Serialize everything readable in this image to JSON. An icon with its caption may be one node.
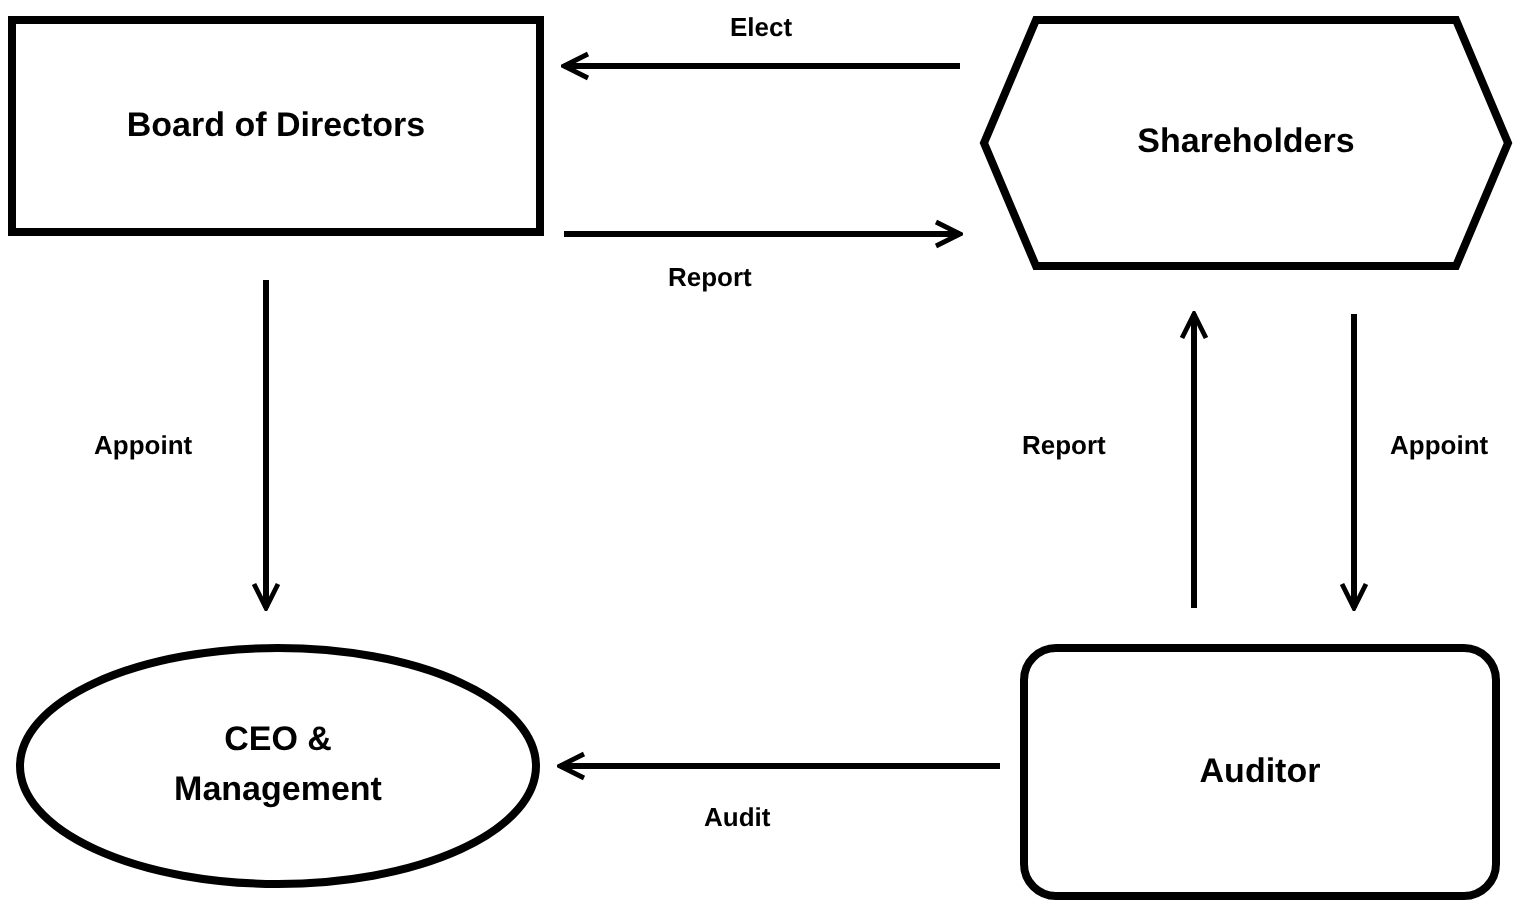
{
  "diagram": {
    "nodes": [
      {
        "text": [
          "Board of Directors"
        ]
      },
      {
        "text": [
          "Shareholders"
        ]
      },
      {
        "text": [
          "CEO & Management"
        ]
      },
      {
        "text": [
          "Auditor"
        ]
      }
    ],
    "edges": [
      {
        "from": 1,
        "to": 0,
        "arrow": "to",
        "label": "Elect"
      },
      {
        "from": 0,
        "to": 1,
        "arrow": "to",
        "label": "Report"
      },
      {
        "from": 0,
        "to": 2,
        "arrow": "to",
        "label": "Appoint"
      },
      {
        "from": 3,
        "to": 1,
        "arrow": "to",
        "label": "Report"
      },
      {
        "from": 1,
        "to": 3,
        "arrow": "to",
        "label": "Appoint"
      },
      {
        "from": 3,
        "to": 2,
        "arrow": "to",
        "label": "Audit"
      }
    ]
  }
}
